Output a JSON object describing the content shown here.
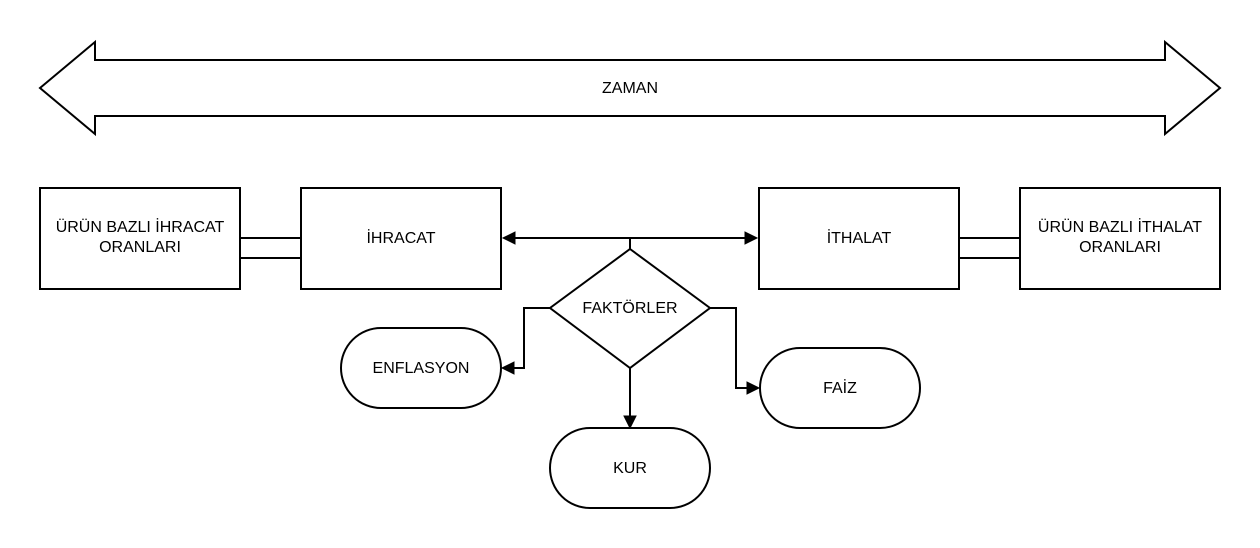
{
  "timeline": {
    "label": "ZAMAN"
  },
  "nodes": {
    "export": "İHRACAT",
    "import": "İTHALAT",
    "export_rates_line1": "ÜRÜN BAZLI İHRACAT",
    "export_rates_line2": "ORANLARI",
    "import_rates_line1": "ÜRÜN BAZLI İTHALAT",
    "import_rates_line2": "ORANLARI",
    "factors": "FAKTÖRLER",
    "inflation": "ENFLASYON",
    "exchange_rate": "KUR",
    "interest": "FAİZ"
  },
  "colors": {
    "stroke": "#000000",
    "fill": "#ffffff"
  }
}
